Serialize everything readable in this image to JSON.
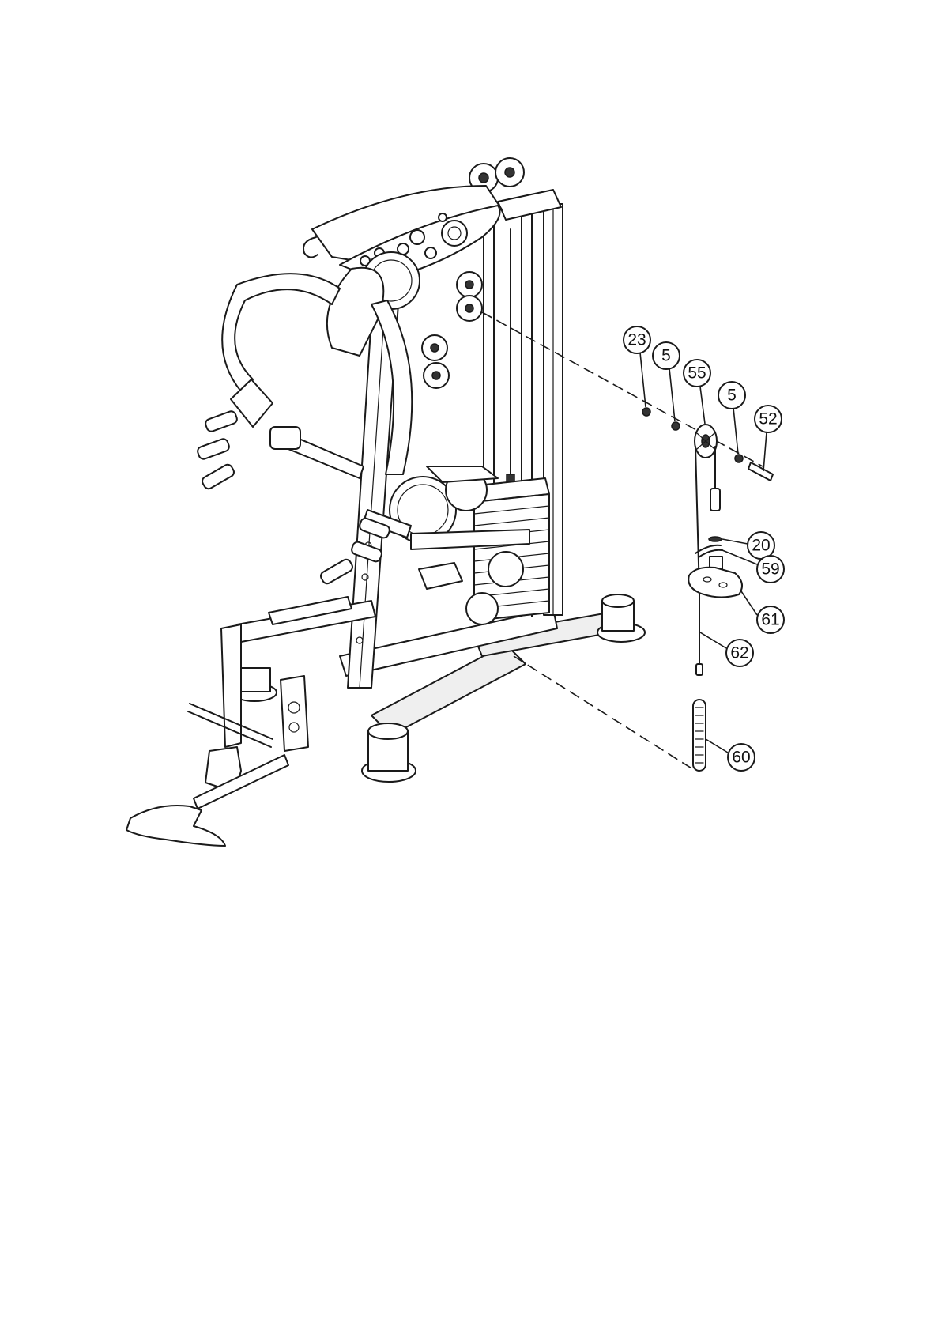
{
  "callouts": [
    {
      "label": "23"
    },
    {
      "label": "5"
    },
    {
      "label": "55"
    },
    {
      "label": "5"
    },
    {
      "label": "52"
    },
    {
      "label": "20"
    },
    {
      "label": "59"
    },
    {
      "label": "61"
    },
    {
      "label": "62"
    },
    {
      "label": "60"
    }
  ]
}
